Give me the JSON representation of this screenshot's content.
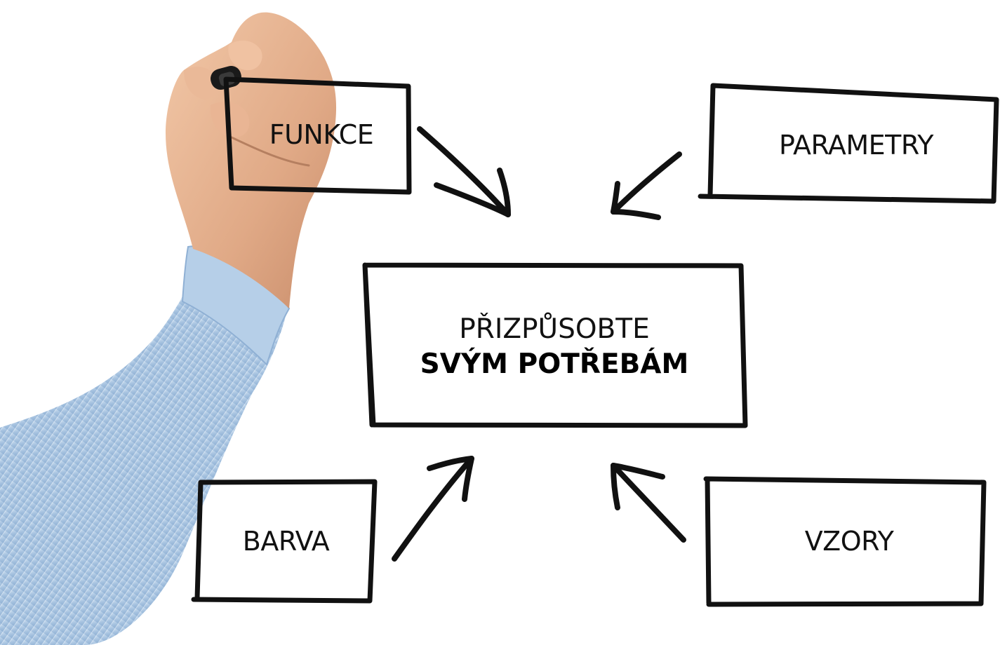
{
  "diagram": {
    "center": {
      "line1": "PŘIZPŮSOBTE",
      "line2": "SVÝM POTŘEBÁM"
    },
    "boxes": {
      "top_left": "FUNKCE",
      "top_right": "PARAMETRY",
      "bottom_left": "BARVA",
      "bottom_right": "VZORY"
    },
    "colors": {
      "ink": "#111111",
      "shirt": "#a9c6e3",
      "skin": "#e3b08e",
      "background": "#ffffff"
    }
  }
}
